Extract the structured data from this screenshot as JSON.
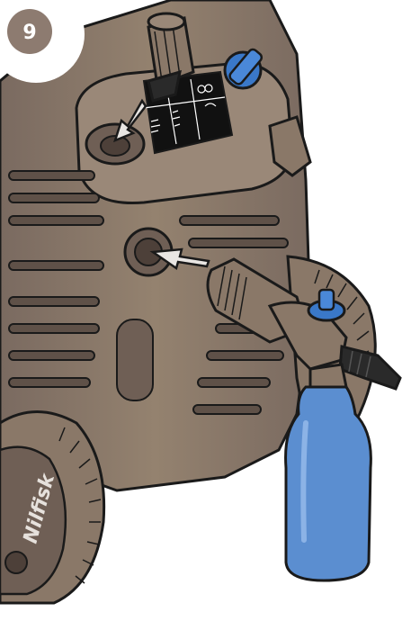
{
  "step": {
    "number": "9"
  },
  "brand": {
    "wheel_logo": "Nilfisk"
  },
  "icons": {
    "step_badge": "step-number-badge",
    "arrow_top": "insertion-arrow-icon",
    "arrow_side": "insertion-arrow-icon",
    "lamp": "accessory-storage-icon"
  },
  "colors": {
    "machine_body": "#8d7b70",
    "machine_dark": "#6f5f55",
    "outline": "#1a1a1a",
    "badge": "#8d7b70",
    "foam_bottle": "#5b8ed0",
    "selector_knob": "#3a78c8",
    "label_panel": "#111111"
  }
}
